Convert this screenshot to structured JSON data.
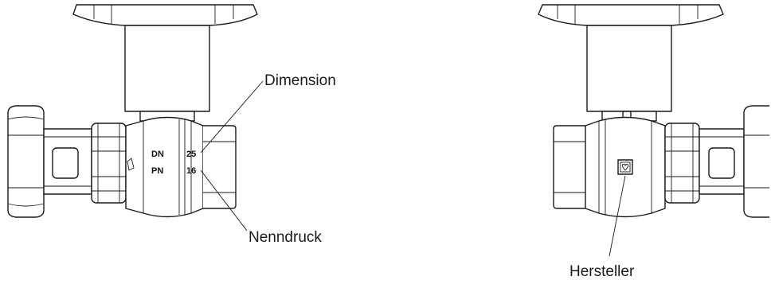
{
  "labels": {
    "dimension": "Dimension",
    "nominal_pressure": "Nenndruck",
    "manufacturer": "Hersteller"
  },
  "markings": {
    "dn_label": "DN",
    "dn_value": "25",
    "pn_label": "PN",
    "pn_value": "16"
  },
  "icons": {
    "manufacturer_mark": "heart-in-square-icon"
  },
  "colors": {
    "line": "#1a1a1a",
    "background": "#ffffff"
  }
}
